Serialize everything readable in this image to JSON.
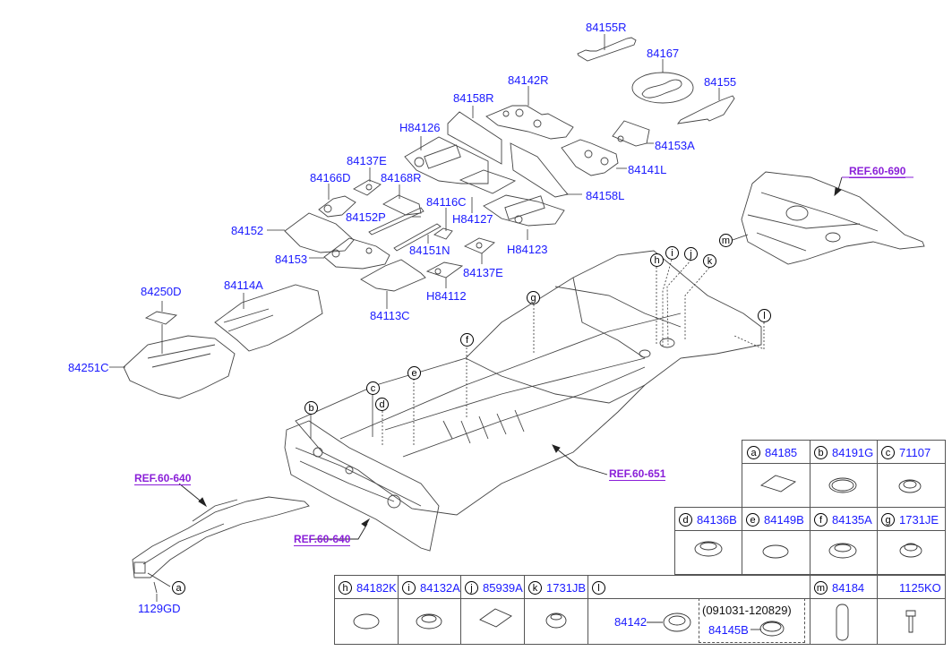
{
  "diagram": {
    "title_parts_labels": [
      {
        "id": "84155R",
        "text": "84155R"
      },
      {
        "id": "84167",
        "text": "84167"
      },
      {
        "id": "84142R",
        "text": "84142R"
      },
      {
        "id": "84155",
        "text": "84155"
      },
      {
        "id": "84158R",
        "text": "84158R"
      },
      {
        "id": "H84126",
        "text": "H84126"
      },
      {
        "id": "84153A",
        "text": "84153A"
      },
      {
        "id": "84141L",
        "text": "84141L"
      },
      {
        "id": "84137E_top",
        "text": "84137E"
      },
      {
        "id": "84166D",
        "text": "84166D"
      },
      {
        "id": "84168R",
        "text": "84168R"
      },
      {
        "id": "84116C",
        "text": "84116C"
      },
      {
        "id": "84158L",
        "text": "84158L"
      },
      {
        "id": "84152P",
        "text": "84152P"
      },
      {
        "id": "H84127",
        "text": "H84127"
      },
      {
        "id": "84152",
        "text": "84152"
      },
      {
        "id": "84151N",
        "text": "84151N"
      },
      {
        "id": "H84123",
        "text": "H84123"
      },
      {
        "id": "84153",
        "text": "84153"
      },
      {
        "id": "84137E_bottom",
        "text": "84137E"
      },
      {
        "id": "H84112",
        "text": "H84112"
      },
      {
        "id": "84113C",
        "text": "84113C"
      },
      {
        "id": "84250D",
        "text": "84250D"
      },
      {
        "id": "84114A",
        "text": "84114A"
      },
      {
        "id": "84251C",
        "text": "84251C"
      },
      {
        "id": "1129GD",
        "text": "1129GD"
      }
    ],
    "references": [
      {
        "id": "ref-60-690",
        "text": "REF.60-690"
      },
      {
        "id": "ref-60-651",
        "text": "REF.60-651"
      },
      {
        "id": "ref-60-640-left",
        "text": "REF.60-640"
      },
      {
        "id": "ref-60-640-center",
        "text": "REF.60-640"
      }
    ],
    "callouts": [
      "a",
      "b",
      "c",
      "d",
      "e",
      "f",
      "g",
      "h",
      "i",
      "j",
      "k",
      "l",
      "m"
    ]
  },
  "legend": {
    "row1": [
      {
        "key": "a",
        "part": "84185"
      },
      {
        "key": "b",
        "part": "84191G"
      },
      {
        "key": "c",
        "part": "71107"
      }
    ],
    "row2": [
      {
        "key": "d",
        "part": "84136B"
      },
      {
        "key": "e",
        "part": "84149B"
      },
      {
        "key": "f",
        "part": "84135A"
      },
      {
        "key": "g",
        "part": "1731JE"
      }
    ],
    "row3": [
      {
        "key": "h",
        "part": "84182K"
      },
      {
        "key": "i",
        "part": "84132A"
      },
      {
        "key": "j",
        "part": "85939A"
      },
      {
        "key": "k",
        "part": "1731JB"
      },
      {
        "key": "l",
        "part": ""
      },
      {
        "key": "m",
        "part": "84184"
      },
      {
        "key": "",
        "part": "1125KO"
      }
    ],
    "l_cell": {
      "main_part": "84142",
      "date_range": "(091031-120829)",
      "sub_part": "84145B"
    }
  }
}
